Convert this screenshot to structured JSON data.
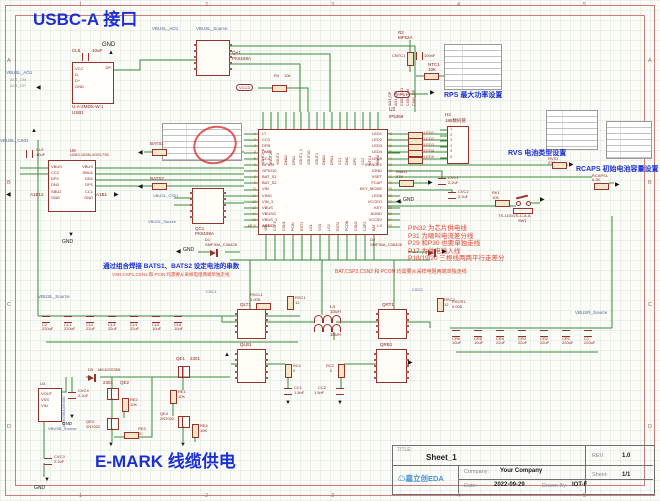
{
  "frame": {
    "cols": [
      "1",
      "2",
      "3",
      "4",
      "5"
    ],
    "rows": [
      "A",
      "B",
      "C",
      "D"
    ]
  },
  "icons": {
    "arrow_left": "◀",
    "arrow_right": "▶",
    "arrow_up": "▲",
    "arrow_down": "▼",
    "logo_cloud": "☁"
  },
  "titles": {
    "usbc": "USBC-A 接口",
    "emark": "E-MARK 线缆供电",
    "rps": "RPS 最大功率设置",
    "rvs": "RVS 电池类型设置",
    "rcaps": "RCAPS 初始电池容量设置"
  },
  "annotations": {
    "pin_notes": [
      "PIN32 为芯片供电线",
      "P31 为啸叫电流差分线",
      "P29 和P30 也要单独走线",
      "P17 为供电输入线",
      "P18/19/20 三根线两两平行走差分"
    ],
    "bats_note": "通过组合焊接 BATS1、BATS2 设定电池的串数",
    "pcin_note": "VSD,CSP1,CSN1 和 PCIN 均需要从采样电阻两端单独走线",
    "pcon_note": "BAT,CSP2,CSN2 和 PCON 均需要从采样电阻两端单独走线"
  },
  "title_block": {
    "title_label": "TITLE:",
    "title": "Sheet_1",
    "rev_label": "REV:",
    "rev": "1.0",
    "company_label": "Company:",
    "company": "Your Company",
    "sheet_label": "Sheet:",
    "sheet": "1/1",
    "date_label": "Date:",
    "date": "2022-09-29",
    "drawn_label": "Drawn By:",
    "drawn": "IOT-F",
    "logo": "嘉立创EDA"
  },
  "ics": {
    "u2": {
      "ref": "U2",
      "part": "IP5369",
      "ep_pin": "65",
      "ep": "ASS",
      "pins_left": [
        "LT",
        "CC3",
        "DPB",
        "DMB",
        "CC4",
        "GPIO9",
        "GPIO10",
        "BAT_S1",
        "BAT_S2",
        "VIN",
        "VING",
        "VIN_3",
        "VBUS",
        "VBUSG",
        "VBUS_3",
        "AGND"
      ],
      "pins_right": [
        "LED1",
        "LED2",
        "LED3",
        "LED4",
        "LED5",
        "ISENCE1",
        "IGND",
        "VSET",
        "FCAP",
        "KEY_MODE",
        "LED6",
        "VCCEO",
        "KEY",
        "AGND",
        "VCC5V",
        "LX"
      ],
      "pins_top": [
        "VOUT2_1",
        "VOUT2G",
        "VOUT2",
        "DMA2",
        "DPA2",
        "VOUT1_1",
        "VOUT1G",
        "VOUT1",
        "DMA1",
        "DPA1",
        "CC1",
        "DMC",
        "DPC",
        "CC2",
        "NTC1",
        "PMAX"
      ],
      "pins_bottom": [
        "VID",
        "CSP1",
        "CSN1",
        "PCIN",
        "RST1",
        "LG1",
        "VSS",
        "LG2",
        "RST2",
        "PCON",
        "CSN2",
        "CSP2",
        "BAT"
      ],
      "nums_left": [
        "1",
        "2",
        "3",
        "4",
        "5",
        "6",
        "7",
        "8",
        "9",
        "10",
        "11",
        "12",
        "13",
        "14",
        "15",
        "16"
      ],
      "nums_right": [
        "48",
        "47",
        "46",
        "45",
        "44",
        "43",
        "42",
        "41",
        "40",
        "39",
        "38",
        "37",
        "36",
        "35",
        "34",
        "33"
      ]
    },
    "usb1": {
      "ref": "USB1",
      "part": "U-A-2MDS-W-1",
      "pins": [
        "VCC",
        "D-",
        "D+",
        "GND"
      ],
      "pin_dp": "DP"
    },
    "u6": {
      "ref": "U6",
      "part": "U263-163N-4OS1735",
      "pins_left": [
        "VBUS",
        "CC2",
        "DP2",
        "DN2",
        "SBU2",
        "GND"
      ],
      "pins_right": [
        "VBUS",
        "SBU1",
        "DN1",
        "DP1",
        "CC1",
        "GND"
      ]
    },
    "u3": {
      "ref": "U3",
      "part": "ME6206A33M3G",
      "pins": [
        "VOUT",
        "VSS",
        "VIN"
      ]
    },
    "h2": {
      "ref": "H2",
      "part": "188数码管",
      "pins": [
        "1",
        "2",
        "3",
        "4",
        "5",
        "6"
      ]
    }
  },
  "components": {
    "qa1": {
      "ref": "QA1",
      "val": "PK6169A"
    },
    "qc1": {
      "ref": "QC1",
      "val": "PK6168A"
    },
    "cl8": {
      "ref": "CL8",
      "val": "10uF"
    },
    "cl9": {
      "ref": "CL9",
      "val": "10uF"
    },
    "r2": {
      "ref": "R2",
      "val": "MF52A"
    },
    "cntc1": {
      "ref": "CNTC1",
      "val": "100nF"
    },
    "ntc1": {
      "ref": "NTC1",
      "val": "10K"
    },
    "r4": {
      "ref": "R4",
      "val": "10k"
    },
    "bats1": {
      "ref": "BATS1",
      "val": "DNC"
    },
    "bats2": {
      "ref": "BATS2",
      "val": "DNC"
    },
    "d1": {
      "ref": "D1",
      "val": "SMF30A_C36428"
    },
    "d2": {
      "ref": "D2",
      "val": "SMF30A_C36428"
    },
    "rmd1": {
      "ref": "RMD1",
      "val": "27K"
    },
    "cvc1": {
      "ref": "CVC1",
      "val": "2.2uF"
    },
    "cvc2": {
      "ref": "CVC2",
      "val": "2.2uF"
    },
    "rk1": {
      "ref": "RK1",
      "val": "10K"
    },
    "sw1": {
      "ref": "SW1",
      "val": "TS-1101VS-C-A-A"
    },
    "rvs1": {
      "ref": "RVS1",
      "val": "27K"
    },
    "rcaps1": {
      "ref": "RCAPS1",
      "val": "6.2K"
    },
    "rscl1": {
      "ref": "RSCL1",
      "val": "0.005"
    },
    "rsc1": {
      "ref": "RSC1",
      "val": "12"
    },
    "rsc2": {
      "ref": "RSC2",
      "val": "12"
    },
    "rscr1": {
      "ref": "RSCR1",
      "val": "0.005"
    },
    "l4": {
      "ref": "L4",
      "val": "10uH",
      "val2": "10uH"
    },
    "qlt1": {
      "ref": "QLT1"
    },
    "qlb1": {
      "ref": "QLB1"
    },
    "qrt1": {
      "ref": "QRT1"
    },
    "qrb1": {
      "ref": "QRB1"
    },
    "rc1": {
      "ref": "RC1",
      "val": "2"
    },
    "rc2": {
      "ref": "RC2",
      "val": "2"
    },
    "cc1": {
      "ref": "CC1",
      "val": "1.5nF"
    },
    "cc2": {
      "ref": "CC2",
      "val": "1.5nF"
    },
    "d5": {
      "ref": "D5",
      "val": "MK11SS355"
    },
    "cvc3": {
      "ref": "CVC3",
      "val": "2.2uF"
    },
    "cvc4": {
      "ref": "CVC4",
      "val": "2.2uF"
    },
    "qe1": {
      "ref": "QE1",
      "val": "2301"
    },
    "qe2": {
      "ref": "QE2",
      "val": "2301"
    },
    "qe3": {
      "ref": "QE3",
      "val": "2N7002"
    },
    "qe4": {
      "ref": "QE4",
      "val": "2N7002"
    },
    "re1": {
      "ref": "RE1",
      "val": "10K"
    },
    "re2": {
      "ref": "RE2",
      "val": "10K"
    },
    "re3": {
      "ref": "RE3",
      "val": "1K"
    },
    "re4": {
      "ref": "RE4",
      "val": "10K"
    }
  },
  "cap_banks": {
    "left": [
      {
        "ref": "C2",
        "val": "220uF"
      },
      {
        "ref": "CL1",
        "val": "220uF"
      },
      {
        "ref": "CL2",
        "val": "22uF"
      },
      {
        "ref": "CL3",
        "val": "22uF"
      },
      {
        "ref": "CL4",
        "val": "22uF"
      },
      {
        "ref": "CL5",
        "val": "10uF"
      },
      {
        "ref": "CL6",
        "val": "10uF"
      }
    ],
    "right": [
      {
        "ref": "CR6",
        "val": "10uF"
      },
      {
        "ref": "CR5",
        "val": "10uF"
      },
      {
        "ref": "CR4",
        "val": "22uF"
      },
      {
        "ref": "CR3",
        "val": "22uF"
      },
      {
        "ref": "CR2",
        "val": "22uF"
      },
      {
        "ref": "CR1",
        "val": "220uF"
      },
      {
        "ref": "C1",
        "val": "220uF"
      }
    ]
  },
  "led_nets": [
    "LED1",
    "LED2",
    "LED3",
    "LED4",
    "LED5"
  ],
  "top_nets": [
    "AO1_DP",
    "AO1_DM",
    "CS01_CC1",
    "CS01_DM",
    "CS01_DP"
  ],
  "net_labels": {
    "vbusl_ao1": "VBUSL_AO1",
    "ao1_dm": "AO1_DM",
    "ao1_dp": "AO1_DP",
    "vbusl_source": "VBUSL_Source",
    "vbusr_source": "VBUSR_Source",
    "vbusb_source": "VBUSB_Source",
    "vbusl_cs01": "VBUSL_CS01",
    "vccd": "VCCD",
    "gnd": "GND",
    "a1b12": "A1B12",
    "a1b1": "A1B1",
    "csc1": "CSC1",
    "csc2": "CSC2",
    "rps1": "RPS1"
  }
}
